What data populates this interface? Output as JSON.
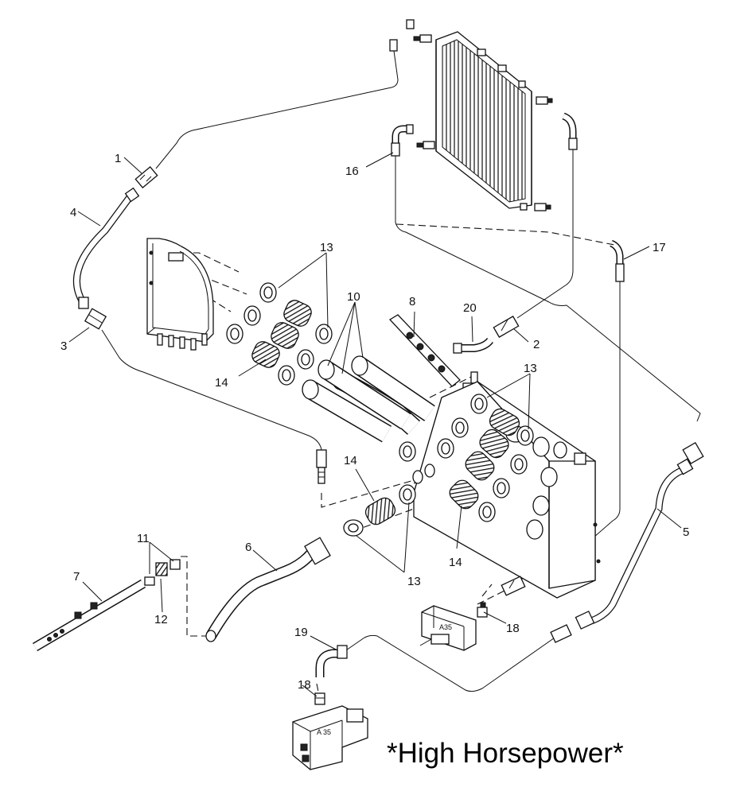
{
  "diagram": {
    "caption": "*High Horsepower*",
    "callouts": [
      "1",
      "2",
      "3",
      "4",
      "5",
      "6",
      "7",
      "8",
      "10",
      "11",
      "12",
      "13",
      "14",
      "16",
      "17",
      "18",
      "19",
      "20"
    ],
    "valve_marking": "A35",
    "valve_marking_2": "A 35"
  }
}
